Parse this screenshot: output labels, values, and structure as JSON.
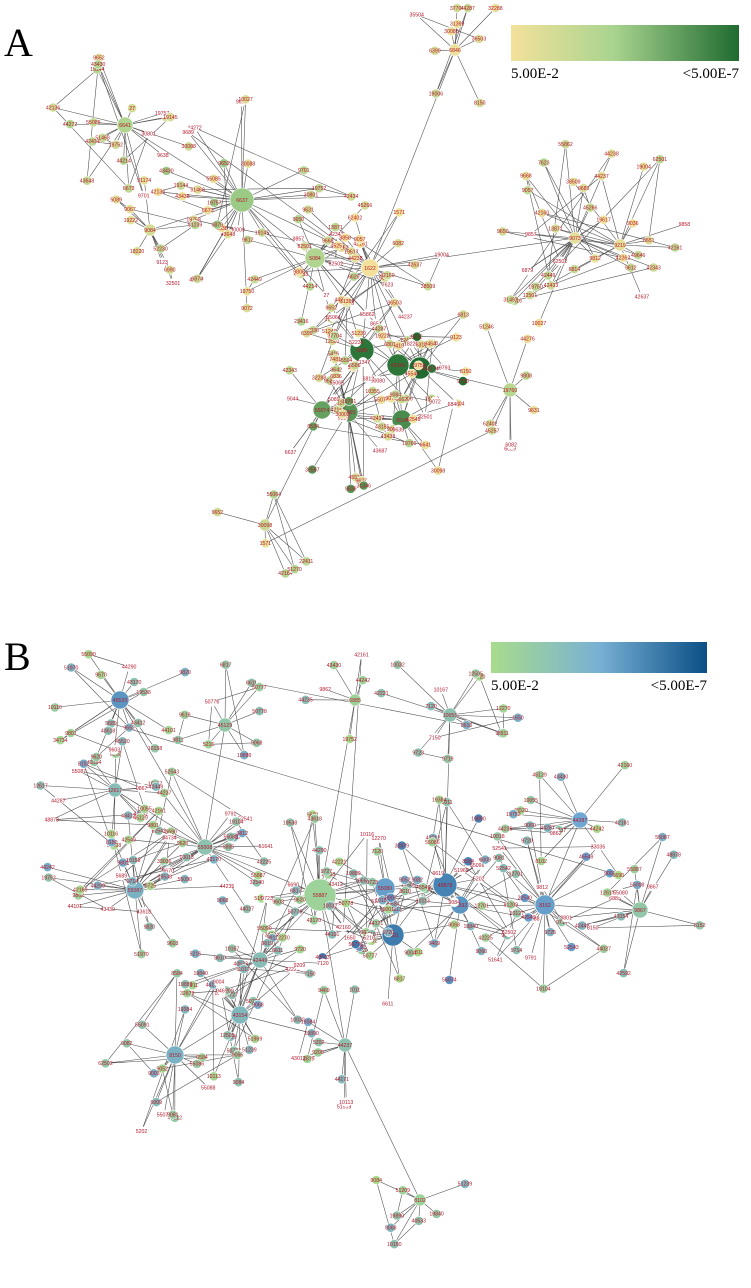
{
  "panel_a": {
    "letter": "A",
    "legend": {
      "min_label": "5.00E-2",
      "max_label": "<5.00E-7",
      "colors": [
        "#f3e19b",
        "#a9d48f",
        "#1f6b30"
      ]
    },
    "labels": [
      "6637",
      "5084",
      "1622",
      "6586",
      "42343",
      "19761",
      "55065",
      "55074",
      "6534",
      "6641",
      "9073",
      "9219",
      "19760",
      "30098",
      "6846",
      "9084",
      "9072",
      "42437",
      "43438",
      "19758",
      "30009",
      "30088",
      "6874",
      "43648",
      "9652",
      "9638",
      "19144",
      "42136",
      "6673",
      "30801",
      "51468",
      "19752",
      "42434",
      "44272",
      "19757",
      "55085",
      "27",
      "43430",
      "9701",
      "44214",
      "19145",
      "9612",
      "10027",
      "6879",
      "19617",
      "9689",
      "45266",
      "9650",
      "42262",
      "42433",
      "9668",
      "62502",
      "42343",
      "23416",
      "31497",
      "44238",
      "19750",
      "42449",
      "55862",
      "9812",
      "7623",
      "6814",
      "49646",
      "13871",
      "38509",
      "19004",
      "9036",
      "42160",
      "42161",
      "44237",
      "9857",
      "9057",
      "12501",
      "62501",
      "8651",
      "9858",
      "42637",
      "9808",
      "44276",
      "62402",
      "51246",
      "9631",
      "6629",
      "6082",
      "45257",
      "1571",
      "9652",
      "42164",
      "22411",
      "55064",
      "51270",
      "37704",
      "30080",
      "32288",
      "31399",
      "35504",
      "36503",
      "6399",
      "19006",
      "44287",
      "8150",
      "32501",
      "6990",
      "5089",
      "9067",
      "51239",
      "52230",
      "19222",
      "9123",
      "51174",
      "18220",
      "19109",
      "62504",
      "6318",
      "9635",
      "6419",
      "8412",
      "9793",
      "6812",
      "6813",
      "6801",
      "9790",
      "6662",
      "8464",
      "43687",
      "32567",
      "45538",
      "9627",
      "42549",
      "45549",
      "43155",
      "10355",
      "9642",
      "5416",
      "9044",
      "9839",
      "9627",
      "6836",
      "7481",
      "31346",
      "31347"
    ]
  },
  "panel_b": {
    "letter": "B",
    "legend": {
      "min_label": "5.00E-2",
      "max_label": "<5.00E-7",
      "colors": [
        "#a8dc8c",
        "#6fa8d2",
        "#0b4f86"
      ]
    },
    "labels": [
      "6885",
      "55887",
      "55080",
      "9801",
      "48878",
      "42592",
      "55008",
      "12617",
      "55087",
      "42449",
      "43154",
      "8150",
      "8152",
      "9867",
      "44287",
      "45520",
      "10055",
      "45129",
      "8102",
      "44237",
      "19752",
      "43430",
      "44242",
      "44235",
      "9862",
      "42161",
      "42160",
      "6690",
      "5689",
      "9620",
      "9652",
      "51970",
      "10116",
      "9670",
      "55090",
      "44290",
      "43170",
      "19538",
      "34734",
      "43412",
      "44101",
      "43618",
      "9603",
      "9801",
      "9820",
      "10158",
      "9719",
      "9723",
      "9720",
      "9727",
      "7120",
      "12270",
      "8911",
      "7150",
      "1650",
      "12505",
      "42221",
      "10032",
      "10167",
      "8610",
      "6611",
      "9811",
      "9619",
      "6817",
      "19889",
      "9068",
      "5216",
      "50776",
      "50777",
      "50778",
      "51239",
      "40533",
      "10150",
      "9084",
      "19840",
      "9068",
      "19890",
      "51209",
      "51969",
      "32879",
      "9469",
      "9209",
      "1011",
      "10113",
      "44171",
      "43012",
      "19384",
      "5202",
      "6584",
      "62502",
      "8584",
      "55091",
      "55074",
      "55088",
      "55086",
      "6009",
      "9066",
      "9052",
      "9081",
      "9082",
      "9003",
      "9004",
      "9001",
      "12701",
      "9060",
      "45549",
      "42549",
      "9791",
      "10127",
      "51641",
      "33036",
      "52541",
      "52543",
      "52542",
      "32540",
      "44027",
      "19104",
      "42225",
      "9720",
      "9725",
      "9714",
      "10018",
      "9812",
      "9714"
    ]
  }
}
